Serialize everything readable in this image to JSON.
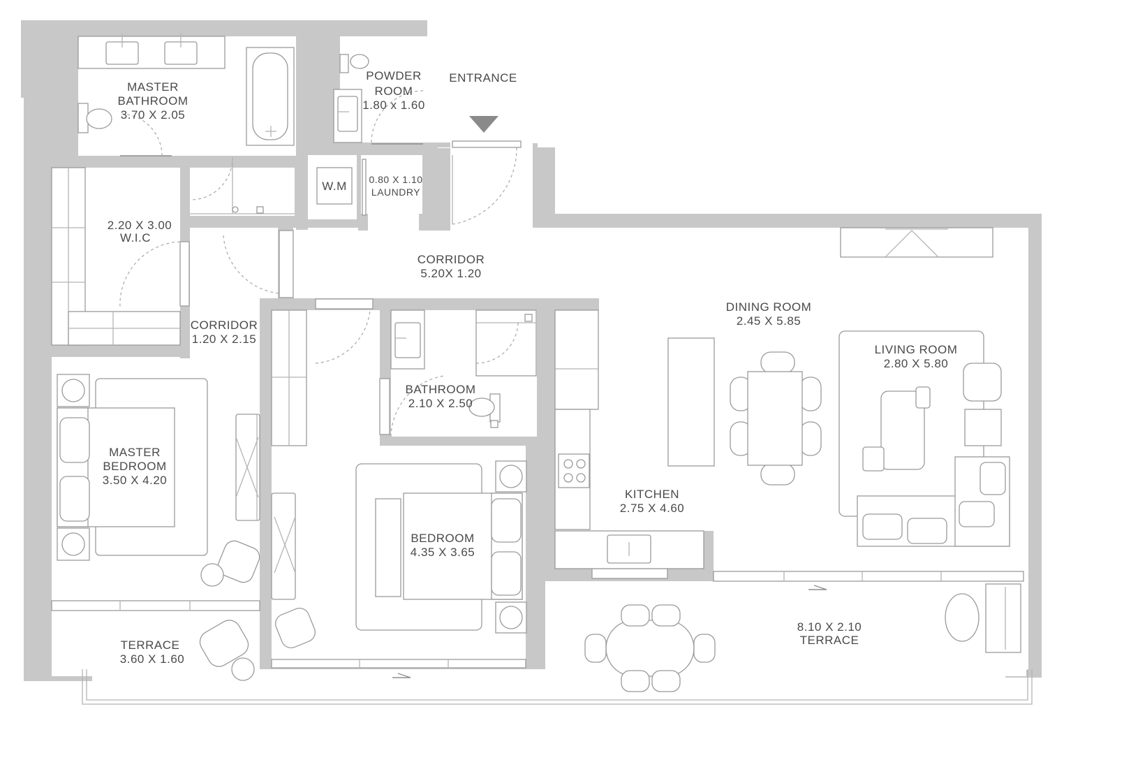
{
  "rooms": {
    "master_bathroom": {
      "name_line1": "MASTER",
      "name_line2": "BATHROOM",
      "size": "3.70 X 2.05"
    },
    "powder_room": {
      "name_line1": "POWDER",
      "name_line2": "ROOM",
      "size": "1.80 x 1.60"
    },
    "entrance": {
      "name": "ENTRANCE"
    },
    "wic": {
      "size": "2.20 X 3.00",
      "name": "W.I.C"
    },
    "laundry": {
      "appliance": "W.M",
      "size": "0.80 X 1.10",
      "name": "LAUNDRY"
    },
    "corridor_main": {
      "name": "CORRIDOR",
      "size": "5.20X 1.20"
    },
    "corridor_small": {
      "name": "CORRIDOR",
      "size": "1.20 X 2.15"
    },
    "dining_room": {
      "name": "DINING ROOM",
      "size": "2.45 X 5.85"
    },
    "living_room": {
      "name": "LIVING ROOM",
      "size": "2.80 X 5.80"
    },
    "master_bedroom": {
      "name_line1": "MASTER",
      "name_line2": "BEDROOM",
      "size": "3.50 X 4.20"
    },
    "bathroom": {
      "name": "BATHROOM",
      "size": "2.10 X 2.50"
    },
    "kitchen": {
      "name": "KITCHEN",
      "size": "2.75 X 4.60"
    },
    "bedroom": {
      "name": "BEDROOM",
      "size": "4.35 X 3.65"
    },
    "terrace_small": {
      "name": "TERRACE",
      "size": "3.60 X 1.60"
    },
    "terrace_large": {
      "size": "8.10 X 2.10",
      "name": "TERRACE"
    }
  },
  "colors": {
    "wall": "#c8c8c8",
    "line": "#b4b4b4",
    "text": "#4a4a4a",
    "background": "#ffffff"
  }
}
